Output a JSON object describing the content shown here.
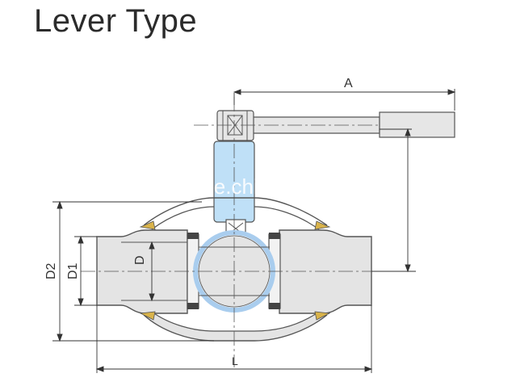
{
  "title": "Lever Type",
  "labels": {
    "a": "A",
    "d": "D",
    "d1": "D1",
    "d2": "D2",
    "l": "L"
  },
  "watermark": "trade.china.cn",
  "colors": {
    "body": "#e4e4e4",
    "outline": "#555555",
    "stem": "#bfe0f7",
    "seat": "#a9cdee",
    "weld": "#d9b34a"
  }
}
